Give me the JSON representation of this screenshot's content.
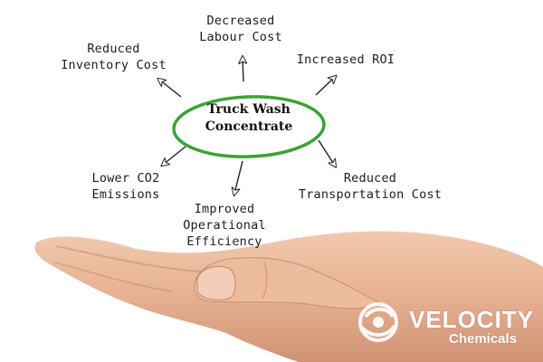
{
  "diagram": {
    "center": {
      "line1": "Truck Wash",
      "line2": "Concentrate"
    },
    "nodes": [
      {
        "id": "labour",
        "line1": "Decreased",
        "line2": "Labour Cost"
      },
      {
        "id": "roi",
        "line1": "Increased ROI"
      },
      {
        "id": "inventory",
        "line1": "Reduced",
        "line2": "Inventory Cost"
      },
      {
        "id": "co2",
        "line1": "Lower CO2",
        "line2": "Emissions"
      },
      {
        "id": "efficiency",
        "line1": "Improved",
        "line2": "Operational",
        "line3": "Efficiency"
      },
      {
        "id": "transport",
        "line1": "Reduced",
        "line2": "Transportation Cost"
      }
    ],
    "colors": {
      "ellipse": "#3aa335",
      "arrows": "#222222",
      "text": "#1d1d1d"
    }
  },
  "logo": {
    "word": "VELOCITY",
    "sub": "Chemicals",
    "color": "#ffffff"
  }
}
